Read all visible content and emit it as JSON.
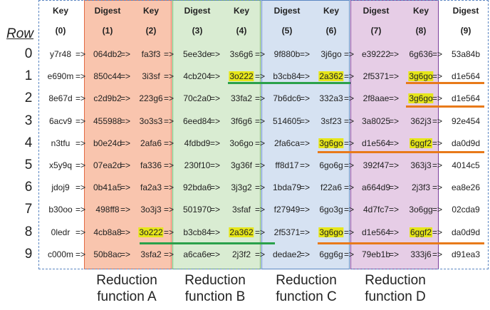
{
  "row_title": "Row",
  "headers": [
    {
      "label": "Key",
      "index": "(0)"
    },
    {
      "label": "Digest",
      "index": "(1)"
    },
    {
      "label": "Key",
      "index": "(2)"
    },
    {
      "label": "Digest",
      "index": "(3)"
    },
    {
      "label": "Key",
      "index": "(4)"
    },
    {
      "label": "Digest",
      "index": "(5)"
    },
    {
      "label": "Key",
      "index": "(6)"
    },
    {
      "label": "Digest",
      "index": "(7)"
    },
    {
      "label": "Key",
      "index": "(8)"
    },
    {
      "label": "Digest",
      "index": "(9)"
    }
  ],
  "arrow": "=>",
  "rows": [
    {
      "num": "0",
      "cells": [
        "y7r48",
        "064db2",
        "fa3f3",
        "5ee3de",
        "3s6g6",
        "9f880b",
        "3j6go",
        "e39222",
        "6g636",
        "53a84b"
      ]
    },
    {
      "num": "1",
      "cells": [
        "e690m",
        "850c44",
        "3i3sf",
        "4cb204",
        "3o222",
        "b3cb84",
        "2a362",
        "2f5371",
        "3g6go",
        "d1e564"
      ]
    },
    {
      "num": "2",
      "cells": [
        "8e67d",
        "c2d9b2",
        "223g6",
        "70c2a0",
        "33fa2",
        "7b6dc6",
        "332a3",
        "2f8aae",
        "3g6go",
        "d1e564"
      ]
    },
    {
      "num": "3",
      "cells": [
        "6acv9",
        "455988",
        "3o3s3",
        "6eed84",
        "3f6g6",
        "514605",
        "3sf23",
        "3a8025",
        "362j3",
        "92e454"
      ]
    },
    {
      "num": "4",
      "cells": [
        "n3tfu",
        "b0e24d",
        "2afa6",
        "4fdbd9",
        "3o6go",
        "2fa6ca",
        "3g6go",
        "d1e564",
        "6ggf2",
        "da0d9d"
      ]
    },
    {
      "num": "5",
      "cells": [
        "x5y9q",
        "07ea2d",
        "fa336",
        "230f10",
        "3g36f",
        "ff8d17",
        "6go6g",
        "392f47",
        "363j3",
        "4014c5"
      ]
    },
    {
      "num": "6",
      "cells": [
        "jdoj9",
        "0b41a5",
        "fa2a3",
        "92bda6",
        "3j3g2",
        "1bda79",
        "f22a6",
        "a664d9",
        "2j3f3",
        "ea8e26"
      ]
    },
    {
      "num": "7",
      "cells": [
        "b30oo",
        "498ff8",
        "3o3j3",
        "501970",
        "3sfaf",
        "f27949",
        "6go3g",
        "4d7fc7",
        "3o6gg",
        "02cda9"
      ]
    },
    {
      "num": "8",
      "cells": [
        "0ledr",
        "4cb8a8",
        "3o222",
        "b3cb84",
        "2a362",
        "2f5371",
        "3g6go",
        "d1e564",
        "6ggf2",
        "da0d9d"
      ]
    },
    {
      "num": "9",
      "cells": [
        "c000m",
        "50b8ac",
        "3sfa2",
        "a6ca6e",
        "2j3f2",
        "dedae2",
        "6gg6g",
        "79eb1b",
        "333j6",
        "d91ea3"
      ]
    }
  ],
  "highlights": [
    [
      1,
      4
    ],
    [
      1,
      6
    ],
    [
      1,
      8
    ],
    [
      2,
      8
    ],
    [
      4,
      6
    ],
    [
      4,
      8
    ],
    [
      8,
      2
    ],
    [
      8,
      4
    ],
    [
      8,
      6
    ],
    [
      8,
      8
    ]
  ],
  "functions": [
    {
      "line1": "Reduction",
      "line2": "function A"
    },
    {
      "line1": "Reduction",
      "line2": "function B"
    },
    {
      "line1": "Reduction",
      "line2": "function C"
    },
    {
      "line1": "Reduction",
      "line2": "function D"
    }
  ],
  "colors": {
    "band_a": "#f9c5ae",
    "band_b": "#d9ecd2",
    "band_c": "#d6e2f2",
    "band_d": "#e6cde6",
    "highlight": "#e6e61a",
    "green_line": "#2aa14a",
    "orange_line": "#e87a1a"
  }
}
